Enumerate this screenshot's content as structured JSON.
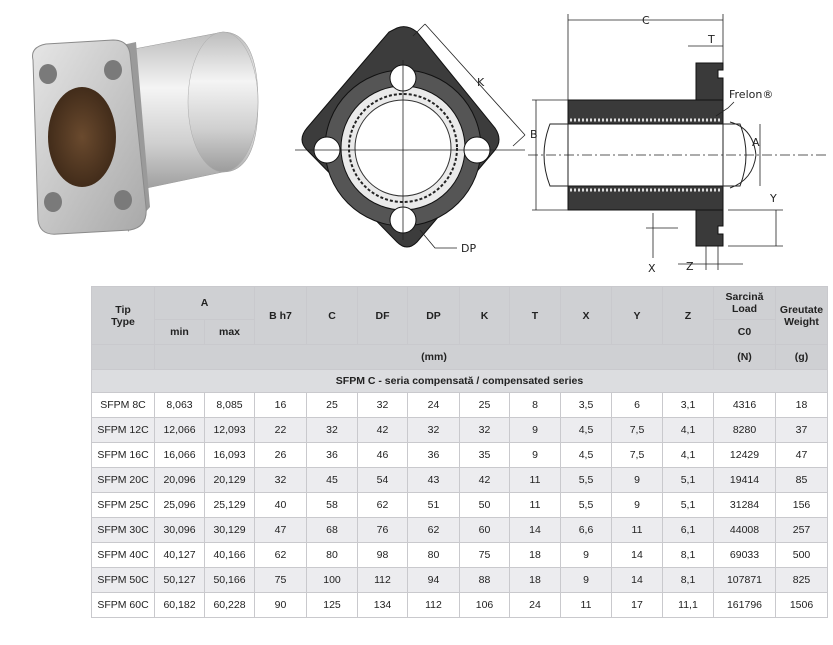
{
  "drawing": {
    "labels": {
      "k": "K",
      "dp": "DP",
      "c": "C",
      "t": "T",
      "frelon": "Frelon®",
      "b": "B",
      "a": "A",
      "y": "Y",
      "x": "X",
      "z": "Z"
    }
  },
  "table": {
    "header": {
      "tip": "Tip",
      "type": "Type",
      "a": "A",
      "min": "min",
      "max": "max",
      "b": "B h7",
      "c": "C",
      "df": "DF",
      "dp": "DP",
      "k": "K",
      "t": "T",
      "x": "X",
      "y": "Y",
      "z": "Z",
      "sarcina": "Sarcină",
      "load": "Load",
      "c0": "C0",
      "greutate": "Greutate",
      "weight": "Weight",
      "mm": "(mm)",
      "n": "(N)",
      "g": "(g)"
    },
    "series_label": "SFPM C - seria compensată / compensated series",
    "rows": [
      [
        "SFPM 8C",
        "8,063",
        "8,085",
        "16",
        "25",
        "32",
        "24",
        "25",
        "8",
        "3,5",
        "6",
        "3,1",
        "4316",
        "18"
      ],
      [
        "SFPM 12C",
        "12,066",
        "12,093",
        "22",
        "32",
        "42",
        "32",
        "32",
        "9",
        "4,5",
        "7,5",
        "4,1",
        "8280",
        "37"
      ],
      [
        "SFPM 16C",
        "16,066",
        "16,093",
        "26",
        "36",
        "46",
        "36",
        "35",
        "9",
        "4,5",
        "7,5",
        "4,1",
        "12429",
        "47"
      ],
      [
        "SFPM 20C",
        "20,096",
        "20,129",
        "32",
        "45",
        "54",
        "43",
        "42",
        "11",
        "5,5",
        "9",
        "5,1",
        "19414",
        "85"
      ],
      [
        "SFPM 25C",
        "25,096",
        "25,129",
        "40",
        "58",
        "62",
        "51",
        "50",
        "11",
        "5,5",
        "9",
        "5,1",
        "31284",
        "156"
      ],
      [
        "SFPM 30C",
        "30,096",
        "30,129",
        "47",
        "68",
        "76",
        "62",
        "60",
        "14",
        "6,6",
        "11",
        "6,1",
        "44008",
        "257"
      ],
      [
        "SFPM 40C",
        "40,127",
        "40,166",
        "62",
        "80",
        "98",
        "80",
        "75",
        "18",
        "9",
        "14",
        "8,1",
        "69033",
        "500"
      ],
      [
        "SFPM 50C",
        "50,127",
        "50,166",
        "75",
        "100",
        "112",
        "94",
        "88",
        "18",
        "9",
        "14",
        "8,1",
        "107871",
        "825"
      ],
      [
        "SFPM 60C",
        "60,182",
        "60,228",
        "90",
        "125",
        "134",
        "112",
        "106",
        "24",
        "11",
        "17",
        "11,1",
        "161796",
        "1506"
      ]
    ]
  }
}
